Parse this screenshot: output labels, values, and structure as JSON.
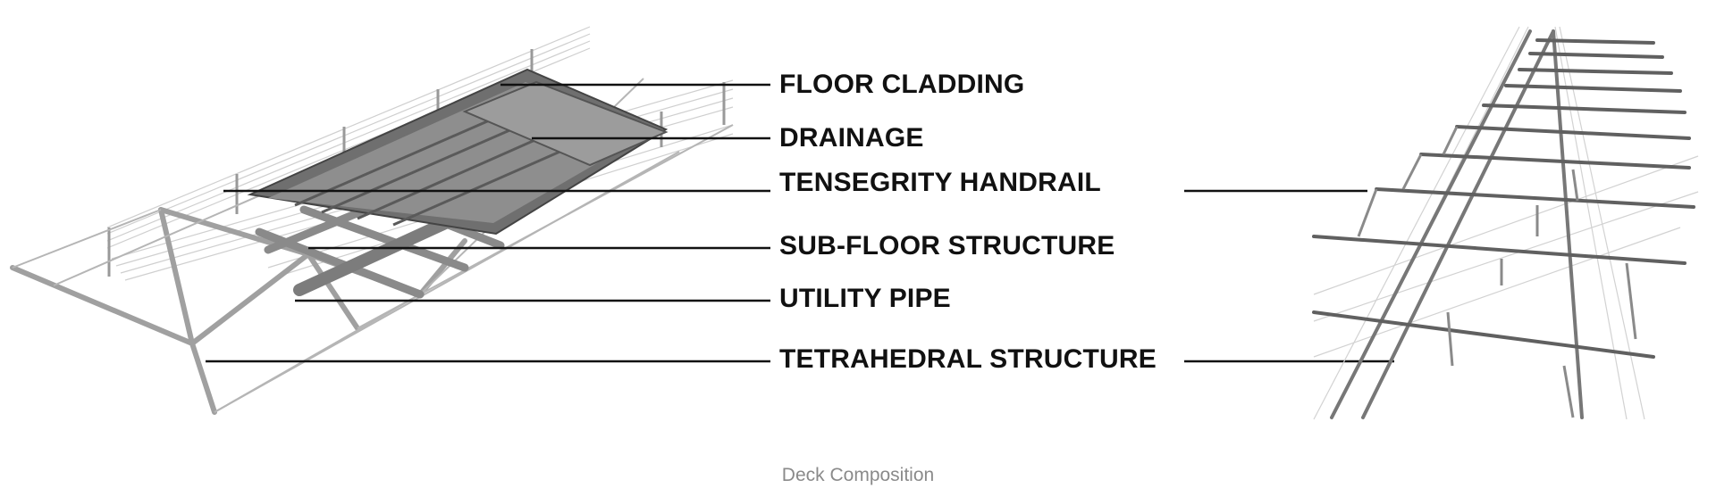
{
  "labels": {
    "floor_cladding": "FLOOR CLADDING",
    "drainage": "DRAINAGE",
    "tensegrity_handrail": "TENSEGRITY HANDRAIL",
    "sub_floor_structure": "SUB-FLOOR STRUCTURE",
    "utility_pipe": "UTILITY PIPE",
    "tetrahedral_structure": "TETRAHEDRAL STRUCTURE"
  },
  "caption": "Deck Composition",
  "colors": {
    "leader": "#111111",
    "structure": "#9a9a9a",
    "cable": "#c8c8c8",
    "panel": "#8f8f8f",
    "grating": "#6e6e6e",
    "caption": "#8a8a8a"
  }
}
